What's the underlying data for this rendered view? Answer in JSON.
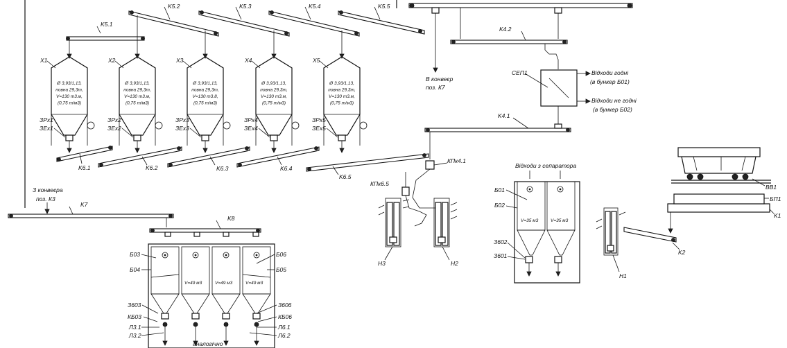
{
  "conveyors": {
    "k51": "K5.1",
    "k52": "K5.2",
    "k53": "K5.3",
    "k54": "K5.4",
    "k55": "K5.5",
    "k61": "K6.1",
    "k62": "K6.2",
    "k63": "K6.3",
    "k64": "K6.4",
    "k65": "K6.5",
    "k7": "K7",
    "k8": "K8",
    "k41": "K4.1",
    "k42": "K4.2",
    "k1": "K1",
    "k2": "K2"
  },
  "silos": [
    {
      "id": "X1",
      "zr": "ЗРх1",
      "ze": "ЗЕх1",
      "spec": [
        "Ø 3,93/1,13,",
        "повна 29,3т,",
        "V=130 т3.м,",
        "(0,75 т/м3)"
      ]
    },
    {
      "id": "X2",
      "zr": "ЗРх2",
      "ze": "ЗЕх2",
      "spec": [
        "Ø 3,93/1,13,",
        "повна 29,3т,",
        "V=130 т3.м,",
        "(0,75 т/м3)"
      ]
    },
    {
      "id": "X3",
      "zr": "ЗРх3",
      "ze": "ЗЕх3",
      "spec": [
        "Ø 3,93/1,13,",
        "повна 29,3т,",
        "V=130 т3.8,",
        "(0,75 т/м3)"
      ]
    },
    {
      "id": "X4",
      "zr": "ЗРх4",
      "ze": "ЗЕх4",
      "spec": [
        "Ø 3,93/1,13,",
        "повна 29,3т,",
        "V=130 т3.м,",
        "(0,75 т/м3)"
      ]
    },
    {
      "id": "X5",
      "zr": "ЗРх5",
      "ze": "ЗЕх5",
      "spec": [
        "Ø 3,93/1,13,",
        "повна 29,3т,",
        "V=130 т3.м,",
        "(0,75 т/м3)"
      ]
    }
  ],
  "texts": {
    "to_conveyor_1": "В конвеєр",
    "to_conveyor_2": "поз. К7",
    "sep": "СЕП1",
    "waste_good_1": "Відходи годні",
    "waste_good_2": "(в бункер Б01)",
    "waste_bad_1": "Відходи не годні",
    "waste_bad_2": "(в бункер Б02)",
    "from_k3_1": "З конвеєра",
    "from_k3_2": "поз. К3",
    "kpk41": "КПк4.1",
    "kpk65": "КПк6.5",
    "n3": "Н3",
    "n2": "Н2",
    "n1": "Н1",
    "sep_waste": "Відходи з сепаратора",
    "b01": "Б01",
    "b02": "Б02",
    "v35a": "V=35 м3",
    "v35b": "V=35 м3",
    "z602": "З602",
    "z601": "З601",
    "b03": "Б03",
    "b04": "Б04",
    "b05": "Б05",
    "b06": "Б06",
    "v49a": "V=49 м3",
    "v49b": "V=49 м3",
    "v49c": "V=49 м3",
    "z603": "З603",
    "kb03": "КБ03",
    "l31": "Л3.1",
    "l32": "Л3.2",
    "z606": "З606",
    "kb06": "КБ06",
    "l61": "Л6.1",
    "l62": "Л6.2",
    "analog": "аналогічно",
    "bb1": "ВВ1",
    "bp1": "БП1"
  }
}
